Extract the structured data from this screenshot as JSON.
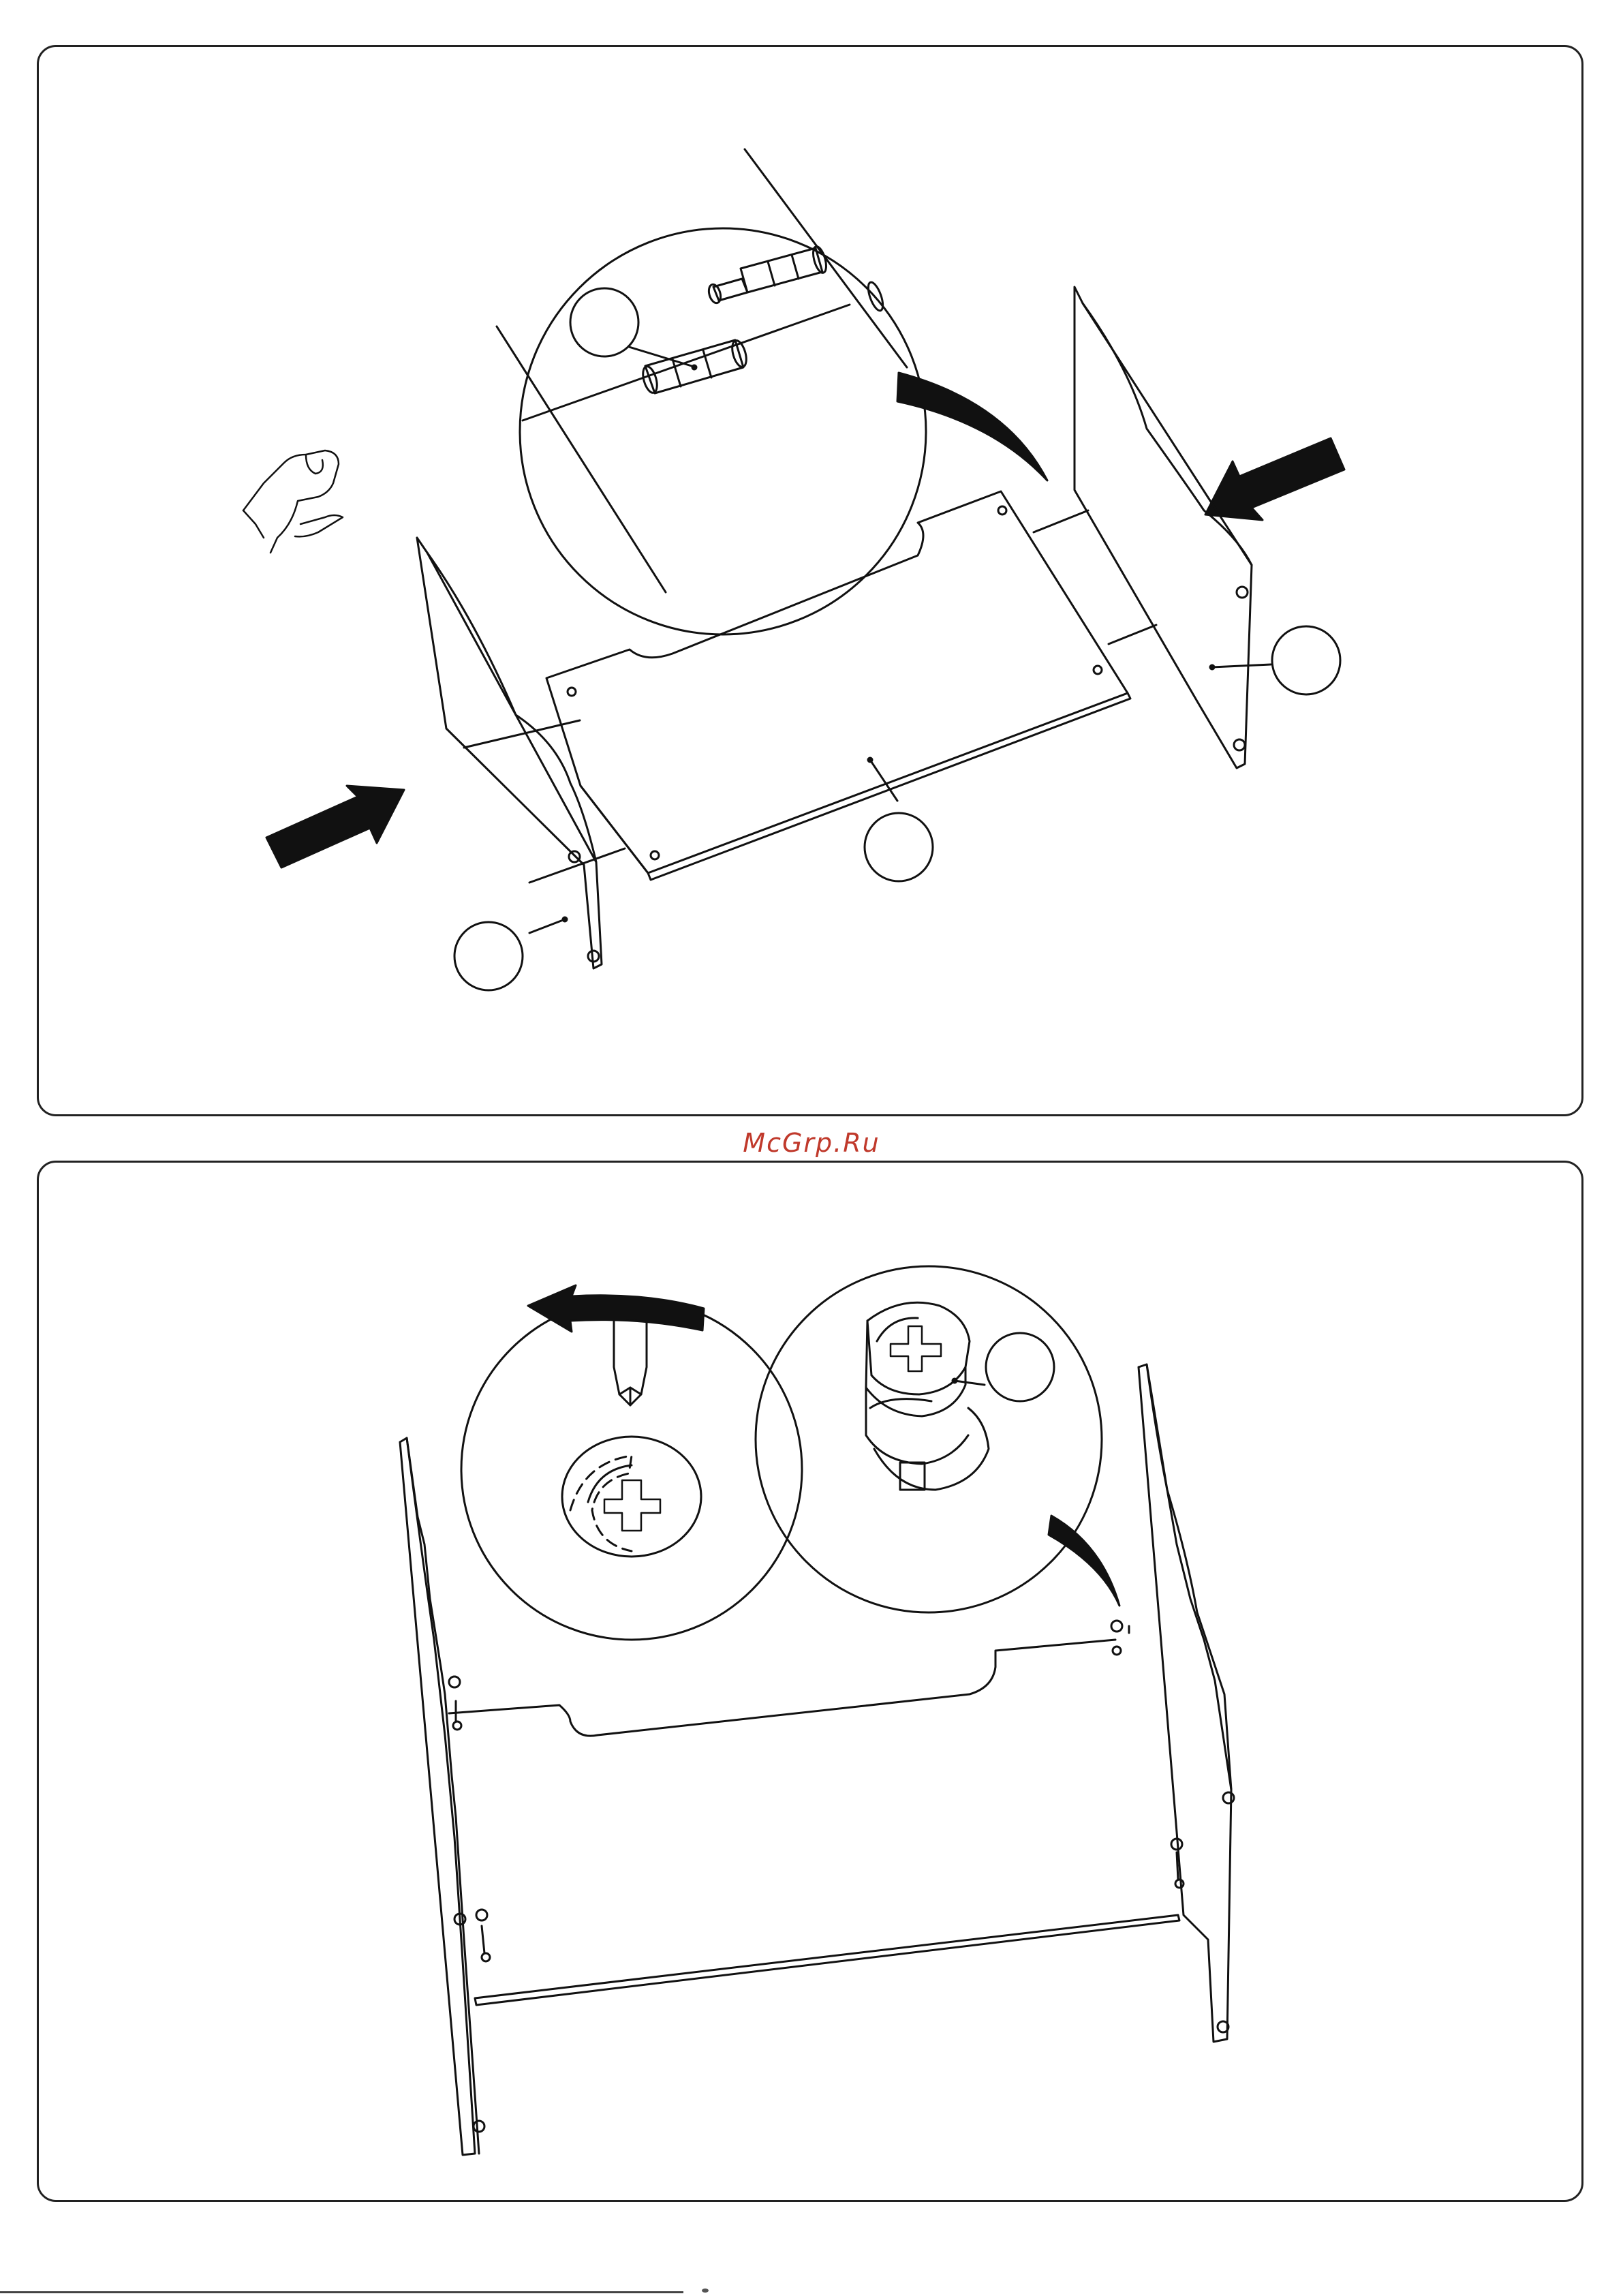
{
  "watermark": {
    "text": "McGrp.Ru",
    "color": "#c0392b"
  },
  "panels": [
    {
      "step": "attach-side-panels",
      "callouts": [
        "",
        "",
        "",
        ""
      ],
      "icons": [
        "hand-icon",
        "arrow-right-icon",
        "arrow-left-icon",
        "magnifier-detail-dowel"
      ]
    },
    {
      "step": "tighten-cam-locks",
      "callouts": [
        ""
      ],
      "icons": [
        "screwdriver-icon",
        "rotate-arrow-icon",
        "cam-lock-icon",
        "magnifier-detail-cam"
      ]
    }
  ],
  "line_color": "#111111"
}
